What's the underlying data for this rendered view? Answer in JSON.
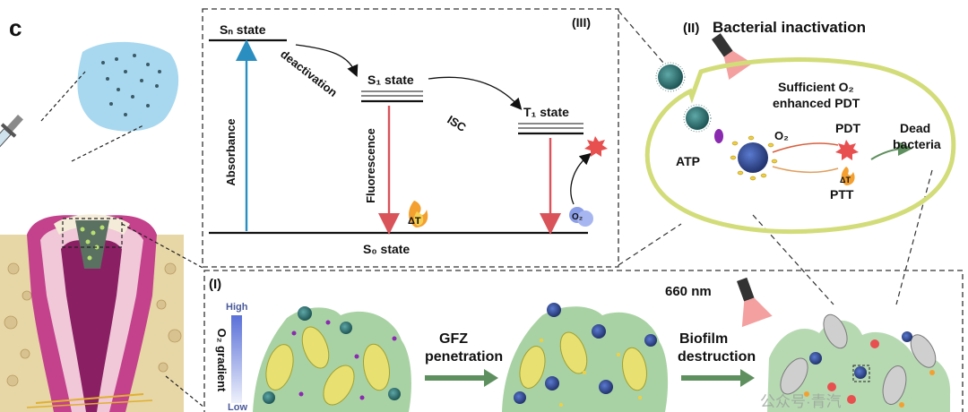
{
  "panel_letter": "c",
  "jablonski": {
    "panel_id": "(III)",
    "sn_label": "Sₙ state",
    "s1_label": "S₁ state",
    "t1_label": "T₁ state",
    "s0_label": "S₀ state",
    "absorbance": "Absorbance",
    "deactivation": "deactivation",
    "fluorescence": "Fluorescence",
    "isc": "ISC",
    "delta_t": "ΔT",
    "o2": "O₂"
  },
  "bacterial": {
    "panel_id": "(II)",
    "title": "Bacterial inactivation",
    "sufficient_line1": "Sufficient O₂",
    "sufficient_line2": "enhanced PDT",
    "pdt": "PDT",
    "ptt": "PTT",
    "atp": "ATP",
    "o2": "O₂",
    "dead_line1": "Dead",
    "dead_line2": "bacteria",
    "delta_t": "ΔT"
  },
  "process": {
    "panel_id": "(I)",
    "wavelength": "660 nm",
    "gradient_high": "High",
    "gradient_low": "Low",
    "gradient_label": "O₂ gradient",
    "step1_line1": "GFZ",
    "step1_line2": "penetration",
    "step2_line1": "Biofilm",
    "step2_line2": "destruction"
  },
  "watermark": "公众号·青汽",
  "colors": {
    "blue_arrow": "#2a8fc0",
    "red_arrow": "#d9535a",
    "membrane": "#d9e08a",
    "biofilm": "#8fc48f",
    "step_arrow": "#5e8f5e",
    "gradient_top": "#5a70d8",
    "bacteria": "#e8e070"
  }
}
